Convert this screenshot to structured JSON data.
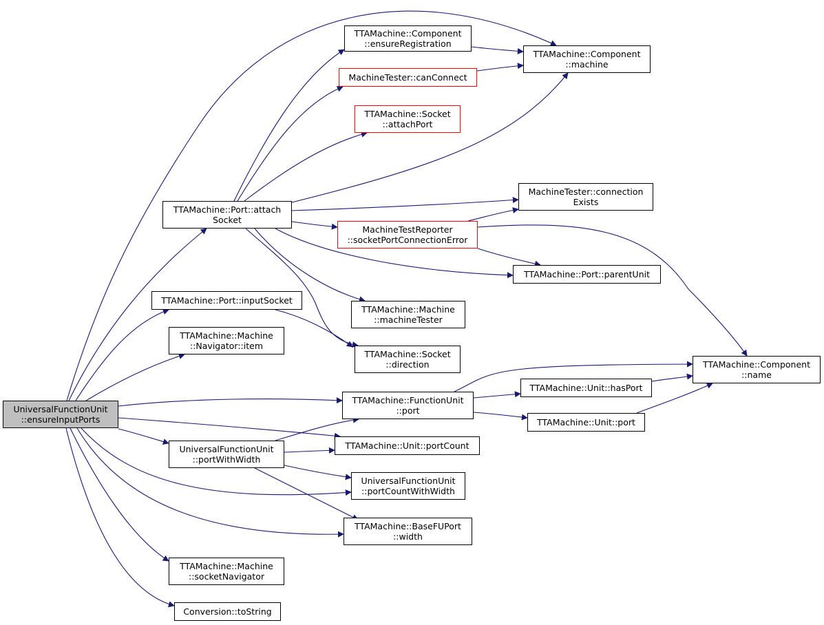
{
  "colors": {
    "edge": "#191970",
    "node_border": "#000000",
    "node_border_unresolved": "#ff0000",
    "root_fill": "#bfbfbf"
  },
  "nodes": [
    {
      "id": "root",
      "lines": [
        "UniversalFunctionUnit",
        "::ensureInputPorts"
      ],
      "style": "root"
    },
    {
      "id": "attachSocket",
      "lines": [
        "TTAMachine::Port::attach",
        "Socket"
      ],
      "style": "normal"
    },
    {
      "id": "ensureRegistration",
      "lines": [
        "TTAMachine::Component",
        "::ensureRegistration"
      ],
      "style": "normal"
    },
    {
      "id": "componentMachine",
      "lines": [
        "TTAMachine::Component",
        "::machine"
      ],
      "style": "normal"
    },
    {
      "id": "canConnect",
      "lines": [
        "MachineTester::canConnect"
      ],
      "style": "red"
    },
    {
      "id": "attachPort",
      "lines": [
        "TTAMachine::Socket",
        "::attachPort"
      ],
      "style": "red"
    },
    {
      "id": "connectionExists",
      "lines": [
        "MachineTester::connection",
        "Exists"
      ],
      "style": "normal"
    },
    {
      "id": "socketPortConnError",
      "lines": [
        "MachineTestReporter",
        "::socketPortConnectionError"
      ],
      "style": "red"
    },
    {
      "id": "parentUnit",
      "lines": [
        "TTAMachine::Port::parentUnit"
      ],
      "style": "normal"
    },
    {
      "id": "machineTester",
      "lines": [
        "TTAMachine::Machine",
        "::machineTester"
      ],
      "style": "normal"
    },
    {
      "id": "inputSocket",
      "lines": [
        "TTAMachine::Port::inputSocket"
      ],
      "style": "normal"
    },
    {
      "id": "navigatorItem",
      "lines": [
        "TTAMachine::Machine",
        "::Navigator::item"
      ],
      "style": "normal"
    },
    {
      "id": "socketDirection",
      "lines": [
        "TTAMachine::Socket",
        "::direction"
      ],
      "style": "normal"
    },
    {
      "id": "componentName",
      "lines": [
        "TTAMachine::Component",
        "::name"
      ],
      "style": "normal"
    },
    {
      "id": "unitHasPort",
      "lines": [
        "TTAMachine::Unit::hasPort"
      ],
      "style": "normal"
    },
    {
      "id": "fuPort",
      "lines": [
        "TTAMachine::FunctionUnit",
        "::port"
      ],
      "style": "normal"
    },
    {
      "id": "unitPort",
      "lines": [
        "TTAMachine::Unit::port"
      ],
      "style": "normal"
    },
    {
      "id": "unitPortCount",
      "lines": [
        "TTAMachine::Unit::portCount"
      ],
      "style": "normal"
    },
    {
      "id": "portWithWidth",
      "lines": [
        "UniversalFunctionUnit",
        "::portWithWidth"
      ],
      "style": "normal"
    },
    {
      "id": "portCountWithWidth",
      "lines": [
        "UniversalFunctionUnit",
        "::portCountWithWidth"
      ],
      "style": "normal"
    },
    {
      "id": "baseFUPortWidth",
      "lines": [
        "TTAMachine::BaseFUPort",
        "::width"
      ],
      "style": "normal"
    },
    {
      "id": "socketNavigator",
      "lines": [
        "TTAMachine::Machine",
        "::socketNavigator"
      ],
      "style": "normal"
    },
    {
      "id": "toString",
      "lines": [
        "Conversion::toString"
      ],
      "style": "normal"
    }
  ],
  "edges": [
    [
      "root",
      "componentMachine"
    ],
    [
      "root",
      "attachSocket"
    ],
    [
      "root",
      "inputSocket"
    ],
    [
      "root",
      "navigatorItem"
    ],
    [
      "root",
      "fuPort"
    ],
    [
      "root",
      "unitPortCount"
    ],
    [
      "root",
      "portWithWidth"
    ],
    [
      "root",
      "portCountWithWidth"
    ],
    [
      "root",
      "baseFUPortWidth"
    ],
    [
      "root",
      "socketNavigator"
    ],
    [
      "root",
      "toString"
    ],
    [
      "attachSocket",
      "ensureRegistration"
    ],
    [
      "attachSocket",
      "canConnect"
    ],
    [
      "attachSocket",
      "attachPort"
    ],
    [
      "attachSocket",
      "componentMachine"
    ],
    [
      "attachSocket",
      "connectionExists"
    ],
    [
      "attachSocket",
      "socketPortConnError"
    ],
    [
      "attachSocket",
      "parentUnit"
    ],
    [
      "attachSocket",
      "machineTester"
    ],
    [
      "attachSocket",
      "socketDirection"
    ],
    [
      "ensureRegistration",
      "componentMachine"
    ],
    [
      "canConnect",
      "componentMachine"
    ],
    [
      "socketPortConnError",
      "connectionExists"
    ],
    [
      "socketPortConnError",
      "parentUnit"
    ],
    [
      "socketPortConnError",
      "componentName"
    ],
    [
      "inputSocket",
      "socketDirection"
    ],
    [
      "fuPort",
      "componentName"
    ],
    [
      "fuPort",
      "unitHasPort"
    ],
    [
      "fuPort",
      "unitPort"
    ],
    [
      "unitHasPort",
      "componentName"
    ],
    [
      "unitPort",
      "componentName"
    ],
    [
      "portWithWidth",
      "fuPort"
    ],
    [
      "portWithWidth",
      "unitPortCount"
    ],
    [
      "portWithWidth",
      "portCountWithWidth"
    ],
    [
      "portWithWidth",
      "baseFUPortWidth"
    ]
  ]
}
